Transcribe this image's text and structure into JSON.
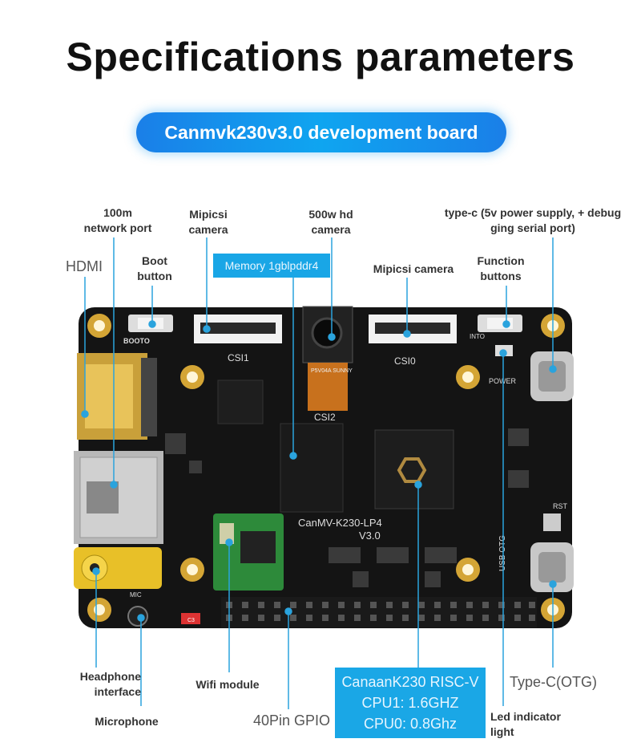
{
  "title": "Specifications parameters",
  "subtitle": "Canmvk230v3.0 development board",
  "labels": {
    "network_port": "100m\nnetwork port",
    "hdmi": "HDMI",
    "boot_button": "Boot\nbutton",
    "mipicsi_camera_left": "Mipicsi\ncamera",
    "memory": "Memory 1gblpddr4",
    "hd_camera": "500w hd\ncamera",
    "mipicsi_camera_right": "Mipicsi camera",
    "type_c_power": "type-c (5v power supply, + debug\nging serial port)",
    "function_buttons": "Function\nbuttons",
    "headphone": "Headphone\ninterface",
    "wifi": "Wifi module",
    "microphone": "Microphone",
    "gpio": "40Pin GPIO",
    "cpu_lines": [
      "CanaanK230 RISC-V",
      "CPU1: 1.6GHZ",
      "CPU0: 0.8Ghz"
    ],
    "led": "Led indicator\nlight",
    "type_c_otg": "Type-C(OTG)"
  },
  "silkscreen": {
    "boot": "BOOTO",
    "csi1": "CSI1",
    "csi0": "CSI0",
    "csi2": "CSI2",
    "into": "INTO",
    "power": "POWER",
    "camera_module": "P5V04A\nSUNNY",
    "board_name": "CanMV-K230-LP4",
    "version": "V3.0",
    "rst": "RST",
    "usb_otg": "USB OTG",
    "mic": "MIC",
    "c3": "C3"
  },
  "colors": {
    "accent": "#1aa7e6",
    "pcb": "#111111",
    "gold": "#d4a535"
  }
}
